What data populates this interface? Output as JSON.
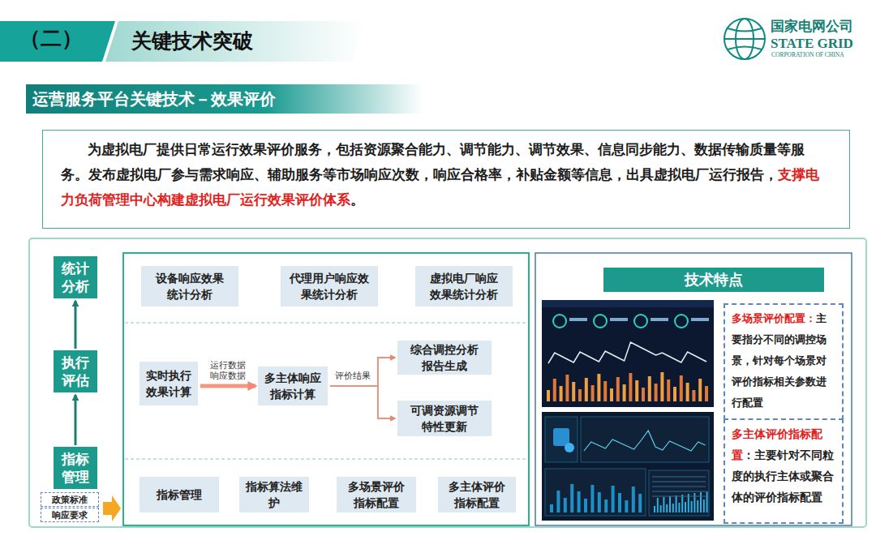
{
  "diagram": {
    "title": "关键技术突破",
    "nodes": [
      {
        "text": [
          "运营服务平台关键技术－效果评价"
        ]
      },
      {
        "text": [
          "为虚拟电厂提供日常运行效果评价服务，包括资源聚合能力、调节能力、调节效果、信息同步能力、数据传输质量等服务。发布虚拟电厂参与需求响应、辅助服务等市场响应次数，响应合格率，补贴金额等信息，出具虚拟电厂运行报告，",
          "支撑电力负荷管理中心构建虚拟电厂运行效果评价体系",
          "。"
        ]
      },
      {
        "text": [
          "统计分析"
        ]
      },
      {
        "text": [
          "执行评估"
        ]
      },
      {
        "text": [
          "指标管理"
        ]
      },
      {
        "text": [
          "政策标准"
        ]
      },
      {
        "text": [
          "响应要求"
        ]
      },
      {
        "text": [
          "设备响应效果统计分析"
        ]
      },
      {
        "text": [
          "代理用户响应效果统计分析"
        ]
      },
      {
        "text": [
          "虚拟电厂响应效果统计分析"
        ]
      },
      {
        "text": [
          "实时执行效果计算"
        ]
      },
      {
        "text": [
          "多主体响应指标计算"
        ]
      },
      {
        "text": [
          "综合调控分析报告生成"
        ]
      },
      {
        "text": [
          "可调资源调节特性更新"
        ]
      },
      {
        "text": [
          "指标管理"
        ]
      },
      {
        "text": [
          "指标算法维护"
        ]
      },
      {
        "text": [
          "多场景评价指标配置"
        ]
      },
      {
        "text": [
          "多主体评价指标配置"
        ]
      },
      {
        "text": [
          "技术特点"
        ]
      },
      {
        "text": [
          "多场景评价配置：",
          "主要指分不同的调控场景，针对每个场景对评价指标相关参数进行配置"
        ]
      },
      {
        "text": [
          "多主体评价指标配置",
          "：主要针对不同粒度的执行主体或聚合体的评价指标配置"
        ]
      }
    ],
    "edges": [
      {
        "from": 4,
        "to": 3,
        "arrow": "to"
      },
      {
        "from": 3,
        "to": 2,
        "arrow": "to"
      },
      {
        "from": 10,
        "to": 11,
        "label": "运行数据 响应数据",
        "arrow": "to"
      },
      {
        "from": 11,
        "to": 12,
        "label": "评价结果",
        "arrow": "to"
      },
      {
        "from": 11,
        "to": 13,
        "arrow": "to"
      }
    ],
    "labels": [
      "（二）",
      "国家电网公司",
      "STATE GRID",
      "CORPORATION OF CHINA"
    ]
  }
}
